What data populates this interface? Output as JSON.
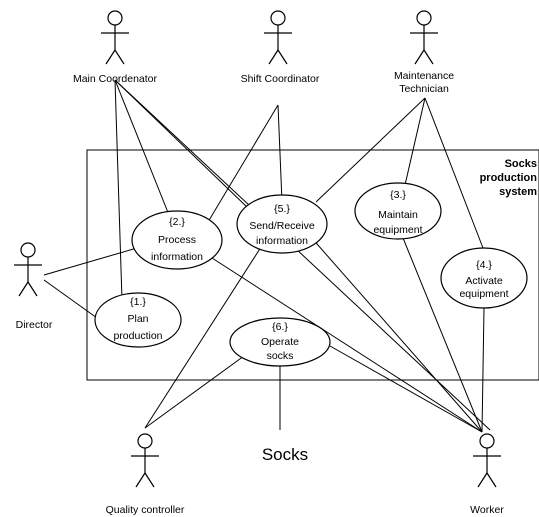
{
  "system": {
    "title_lines": [
      "Socks",
      "production",
      "system"
    ]
  },
  "actors": {
    "main_coordinator": "Main Coordenator",
    "shift_coordinator": "Shift Coordinator",
    "maintenance_technician": [
      "Maintenance",
      "Technician"
    ],
    "director": "Director",
    "quality_controller": "Quality controller",
    "worker": "Worker"
  },
  "use_cases": {
    "uc1": [
      "{1.}",
      "Plan",
      "production"
    ],
    "uc2": [
      "{2.}",
      "Process",
      "information"
    ],
    "uc3": [
      "{3.}",
      "Maintain",
      "equipment"
    ],
    "uc4": [
      "{4.}",
      "Activate",
      "equipment"
    ],
    "uc5": [
      "{5.}",
      "Send/Receive",
      "information"
    ],
    "uc6": [
      "{6.}",
      "Operate",
      "socks"
    ]
  },
  "artifact": {
    "label": "Socks"
  }
}
